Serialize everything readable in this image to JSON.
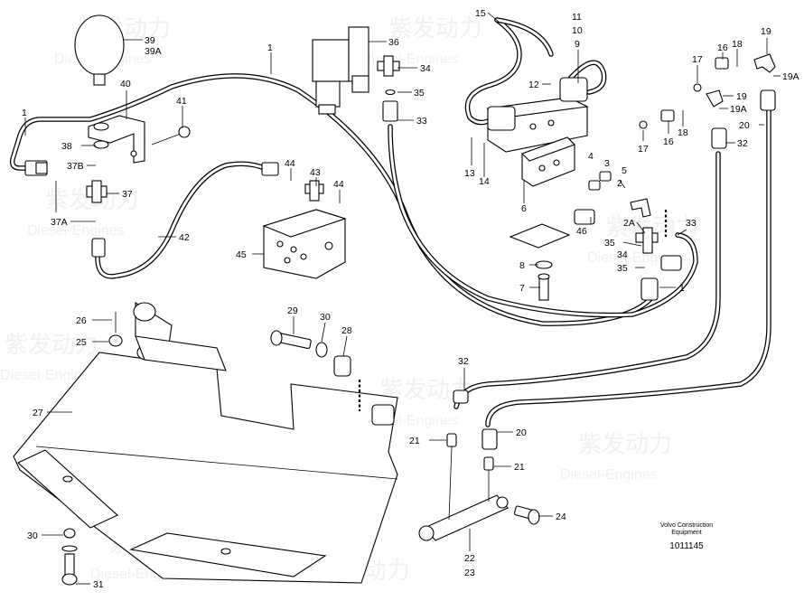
{
  "watermark": {
    "brand_cn": "紫发动力",
    "brand_en": "Diesel-Engines"
  },
  "footer": {
    "manufacturer_line1": "Volvo Construction",
    "manufacturer_line2": "Equipment",
    "drawing_number": "1011145"
  },
  "callouts": {
    "c1a": "1",
    "c1b": "1",
    "c1c": "1",
    "c2": "2",
    "c2A": "2A",
    "c3": "3",
    "c4": "4",
    "c5": "5",
    "c6": "6",
    "c7": "7",
    "c8": "8",
    "c9": "9",
    "c10": "10",
    "c11": "11",
    "c12": "12",
    "c13": "13",
    "c14": "14",
    "c15": "15",
    "c16a": "16",
    "c16b": "16",
    "c17a": "17",
    "c17b": "17",
    "c18a": "18",
    "c18b": "18",
    "c19a": "19",
    "c19b": "19",
    "c19Aa": "19A",
    "c19Ab": "19A",
    "c20a": "20",
    "c20b": "20",
    "c21a": "21",
    "c21b": "21",
    "c22": "22",
    "c23": "23",
    "c24": "24",
    "c25": "25",
    "c26": "26",
    "c27": "27",
    "c28": "28",
    "c29": "29",
    "c30a": "30",
    "c30b": "30",
    "c31": "31",
    "c32a": "32",
    "c32b": "32",
    "c33a": "33",
    "c33b": "33",
    "c34a": "34",
    "c34b": "34",
    "c35a": "35",
    "c35b": "35",
    "c35c": "35",
    "c36": "36",
    "c37": "37",
    "c37A": "37A",
    "c37B": "37B",
    "c38": "38",
    "c39": "39",
    "c39A": "39A",
    "c40": "40",
    "c41": "41",
    "c42": "42",
    "c43": "43",
    "c44a": "44",
    "c44b": "44",
    "c45": "45",
    "c46": "46"
  }
}
